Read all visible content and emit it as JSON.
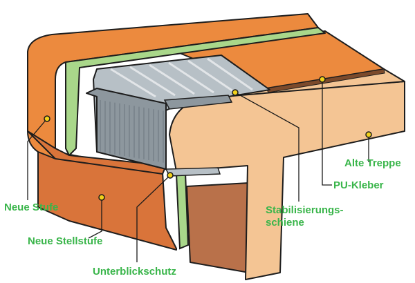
{
  "colors": {
    "label_text": "#39b54a",
    "leader_line": "#1a1a1a",
    "leader_dot": "#f2d21b",
    "new_step": "#ec8a3e",
    "new_step_shade": "#d9743a",
    "old_stair": "#f4c594",
    "old_stair_shade": "#e8ac76",
    "riser_brown": "#b9714a",
    "green_layer": "#a9d78a",
    "aluminum": "#b7c0c6",
    "aluminum_dark": "#8d979e",
    "pu_glue": "#7c4a2b",
    "outline": "#1d1d1d"
  },
  "labels": {
    "neue_stufe": "Neue Stufe",
    "neue_stellstufe": "Neue Stellstufe",
    "unterblickschutz": "Unterblickschutz",
    "stabilisierungsschiene_line1": "Stabilisierungs-",
    "stabilisierungsschiene_line2": "schiene",
    "pu_kleber": "PU-Kleber",
    "alte_treppe": "Alte Treppe"
  }
}
